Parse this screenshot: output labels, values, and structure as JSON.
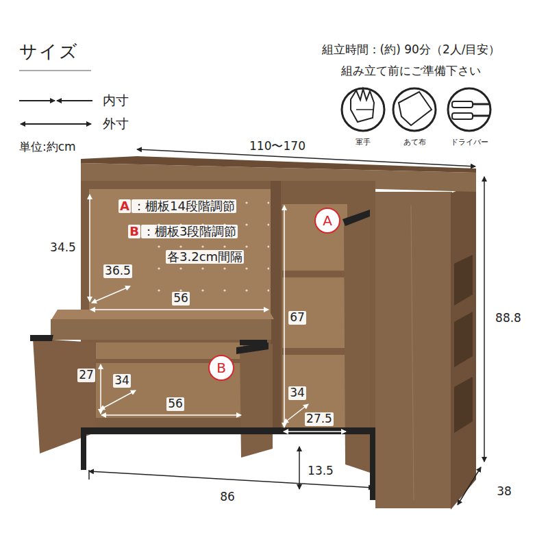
{
  "diagram": {
    "title": "サイズ",
    "nodes": [
      {
        "text": [
          "A"
        ]
      },
      {
        "text": [
          "B"
        ]
      }
    ],
    "labels": [
      "内寸",
      "外寸",
      "単位:約cm",
      "組立時間：(約) 90分（2人/目安）",
      "組み立て前にご準備下さい",
      "軍手",
      "あて布",
      "ドライバー",
      "110〜170",
      "A",
      "：棚板14段階調節",
      "B",
      "：棚板3段階調節",
      "各3.2cm間隔",
      "34.5",
      "36.5",
      "56",
      "67",
      "88.8",
      "27",
      "34",
      "56",
      "34",
      "27.5",
      "13.5",
      "86",
      "38"
    ]
  }
}
